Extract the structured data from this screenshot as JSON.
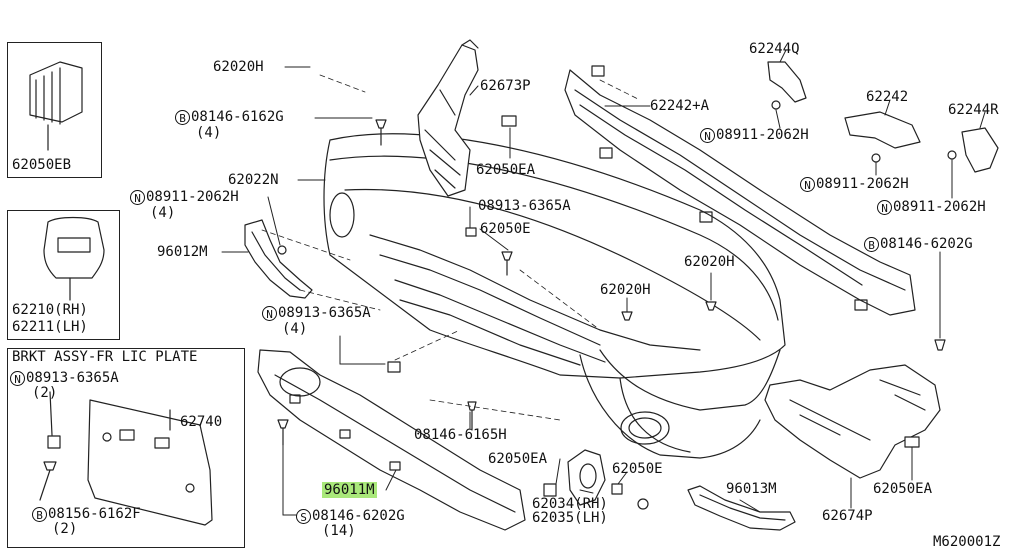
{
  "diagram_code": "M620001Z",
  "inset_boxes": {
    "top": {
      "label": "62050EB"
    },
    "middle": {
      "label_rh": "62210(RH)",
      "label_lh": "62211(LH)"
    },
    "bottom": {
      "title": "BRKT ASSY-FR LIC PLATE"
    }
  },
  "highlight_color": "#a9e87a",
  "parts": {
    "p62020H_top": {
      "text": "62020H"
    },
    "p08146_6162G": {
      "prefix": "B",
      "text": "08146-6162G",
      "qty": "(4)"
    },
    "p62022N": {
      "text": "62022N"
    },
    "p08911_left": {
      "prefix": "N",
      "text": "08911-2062H",
      "qty": "(4)"
    },
    "p96012M": {
      "text": "96012M"
    },
    "p08913_left": {
      "prefix": "N",
      "text": "08913-6365A",
      "qty": "(4)"
    },
    "p62673P": {
      "text": "62673P"
    },
    "p62050EA_top": {
      "text": "62050EA"
    },
    "p08913_center": {
      "prefix": "",
      "text": "08913-6365A"
    },
    "p62050E_center": {
      "text": "62050E"
    },
    "p62020H_center": {
      "text": "62020H"
    },
    "p08146_6165H": {
      "text": "08146-6165H"
    },
    "p62050EA_low": {
      "text": "62050EA"
    },
    "p96011M": {
      "text": "96011M"
    },
    "p08146_6202G_s": {
      "prefix": "S",
      "text": "08146-6202G",
      "qty": "(14)"
    },
    "p62034": {
      "text": "62034(RH)"
    },
    "p62035": {
      "text": "62035(LH)"
    },
    "p62050E_low": {
      "text": "62050E"
    },
    "p96013M": {
      "text": "96013M"
    },
    "p62674P": {
      "text": "62674P"
    },
    "p62050EA_right": {
      "text": "62050EA"
    },
    "p62244Q": {
      "text": "62244Q"
    },
    "p62242A": {
      "text": "62242+A"
    },
    "p08911_mid": {
      "prefix": "N",
      "text": "08911-2062H"
    },
    "p62242": {
      "text": "62242"
    },
    "p62244R": {
      "text": "62244R"
    },
    "p08911_r1": {
      "prefix": "N",
      "text": "08911-2062H"
    },
    "p08911_r2": {
      "prefix": "N",
      "text": "08911-2062H"
    },
    "p08146_6202G_b": {
      "prefix": "B",
      "text": "08146-6202G"
    },
    "p62020H_right": {
      "text": "62020H"
    },
    "p08913_box": {
      "prefix": "N",
      "text": "08913-6365A",
      "qty": "(2)"
    },
    "p62740": {
      "text": "62740"
    },
    "p08156_6162F": {
      "prefix": "B",
      "text": "08156-6162F",
      "qty": "(2)"
    }
  }
}
